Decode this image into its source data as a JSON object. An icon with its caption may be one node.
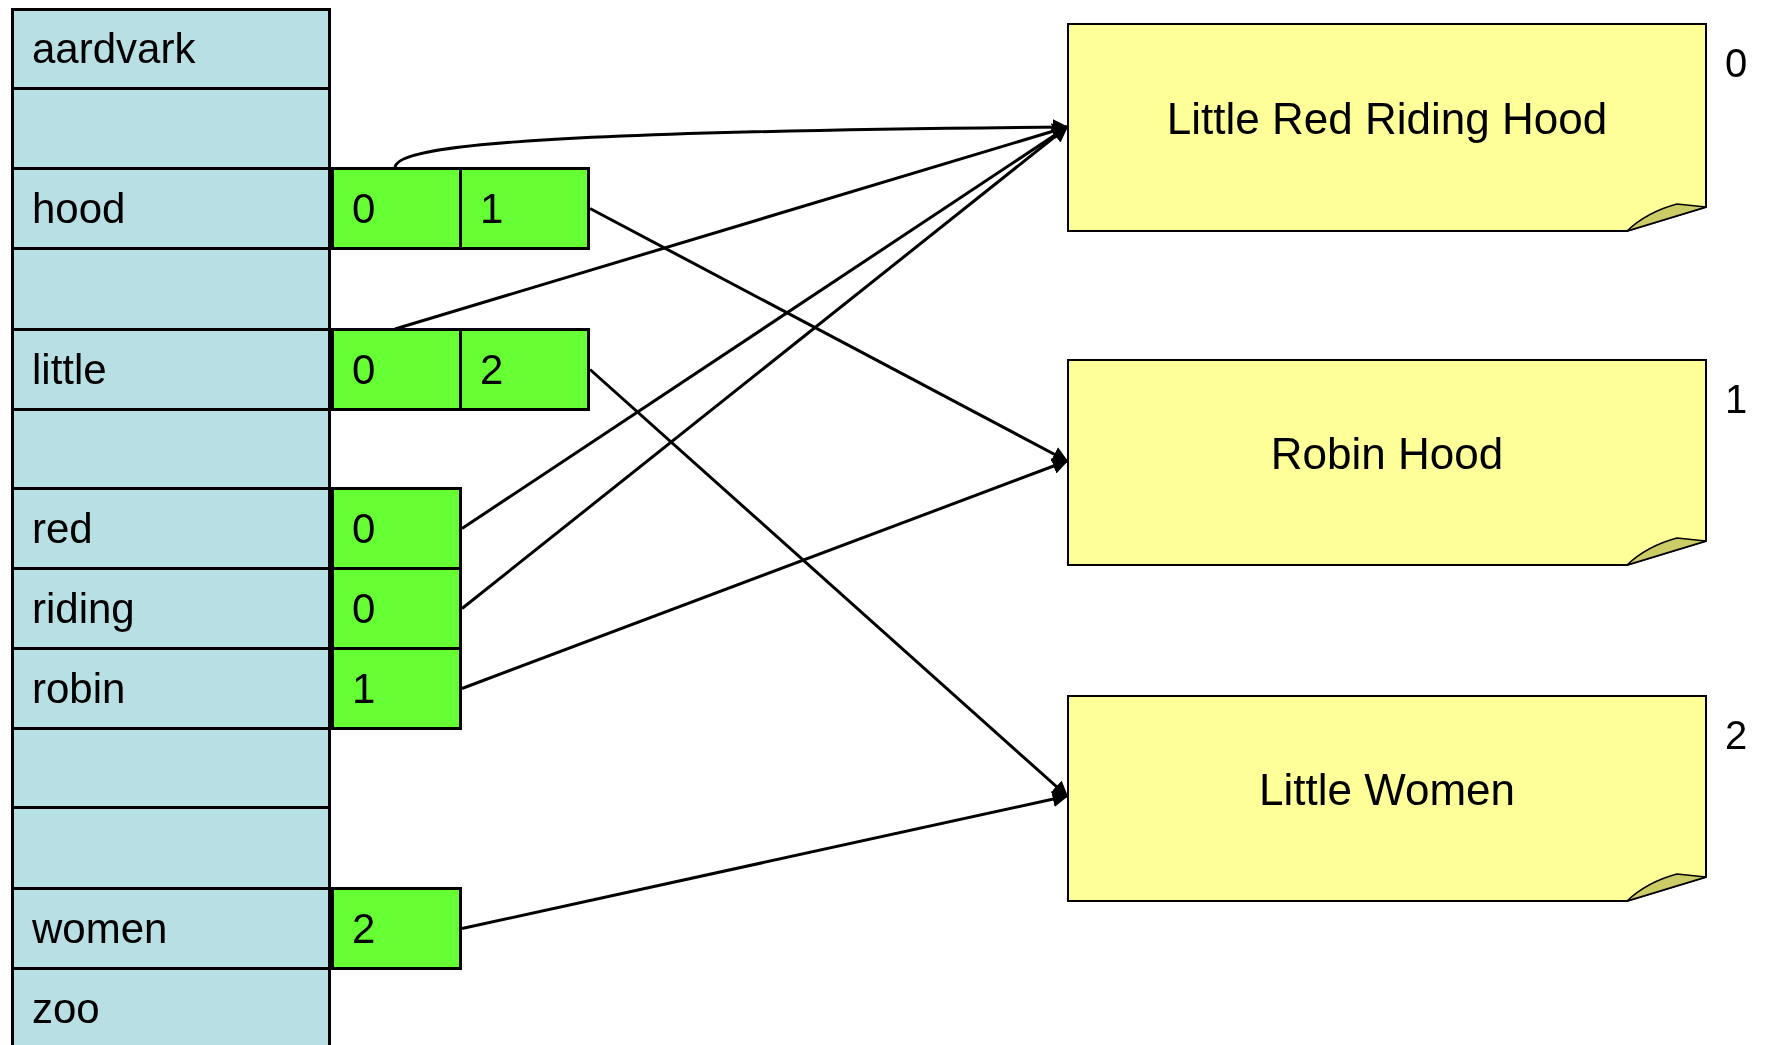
{
  "diagram": {
    "nodes": [
      {
        "text": [
          "aardvark"
        ]
      },
      {
        "text": [],
        "shape": "box"
      },
      {
        "text": [
          "hood"
        ]
      },
      {
        "text": [
          "0"
        ]
      },
      {
        "text": [
          "1"
        ]
      },
      {
        "text": [],
        "shape": "box"
      },
      {
        "text": [
          "little"
        ]
      },
      {
        "text": [
          "0"
        ]
      },
      {
        "text": [
          "2"
        ]
      },
      {
        "text": [],
        "shape": "box"
      },
      {
        "text": [
          "red"
        ]
      },
      {
        "text": [
          "0"
        ]
      },
      {
        "text": [
          "riding"
        ]
      },
      {
        "text": [
          "0"
        ]
      },
      {
        "text": [
          "robin"
        ]
      },
      {
        "text": [
          "1"
        ]
      },
      {
        "text": [],
        "shape": "box"
      },
      {
        "text": [],
        "shape": "box"
      },
      {
        "text": [
          "women"
        ]
      },
      {
        "text": [
          "2"
        ]
      },
      {
        "text": [
          "zoo"
        ]
      },
      {
        "text": [
          "Little Red Riding Hood"
        ],
        "beside": [
          "0"
        ]
      },
      {
        "text": [
          "Robin Hood"
        ],
        "beside": [
          "1"
        ]
      },
      {
        "text": [
          "Little Women"
        ],
        "beside": [
          "2"
        ]
      }
    ],
    "edges": [
      {
        "from": 3,
        "to": 21,
        "arrow": "to"
      },
      {
        "from": 4,
        "to": 22,
        "arrow": "to"
      },
      {
        "from": 7,
        "to": 21,
        "arrow": "to"
      },
      {
        "from": 8,
        "to": 23,
        "arrow": "to"
      },
      {
        "from": 11,
        "to": 21,
        "arrow": "to"
      },
      {
        "from": 13,
        "to": 21,
        "arrow": "to"
      },
      {
        "from": 15,
        "to": 22,
        "arrow": "to"
      },
      {
        "from": 19,
        "to": 23,
        "arrow": "to"
      }
    ]
  }
}
